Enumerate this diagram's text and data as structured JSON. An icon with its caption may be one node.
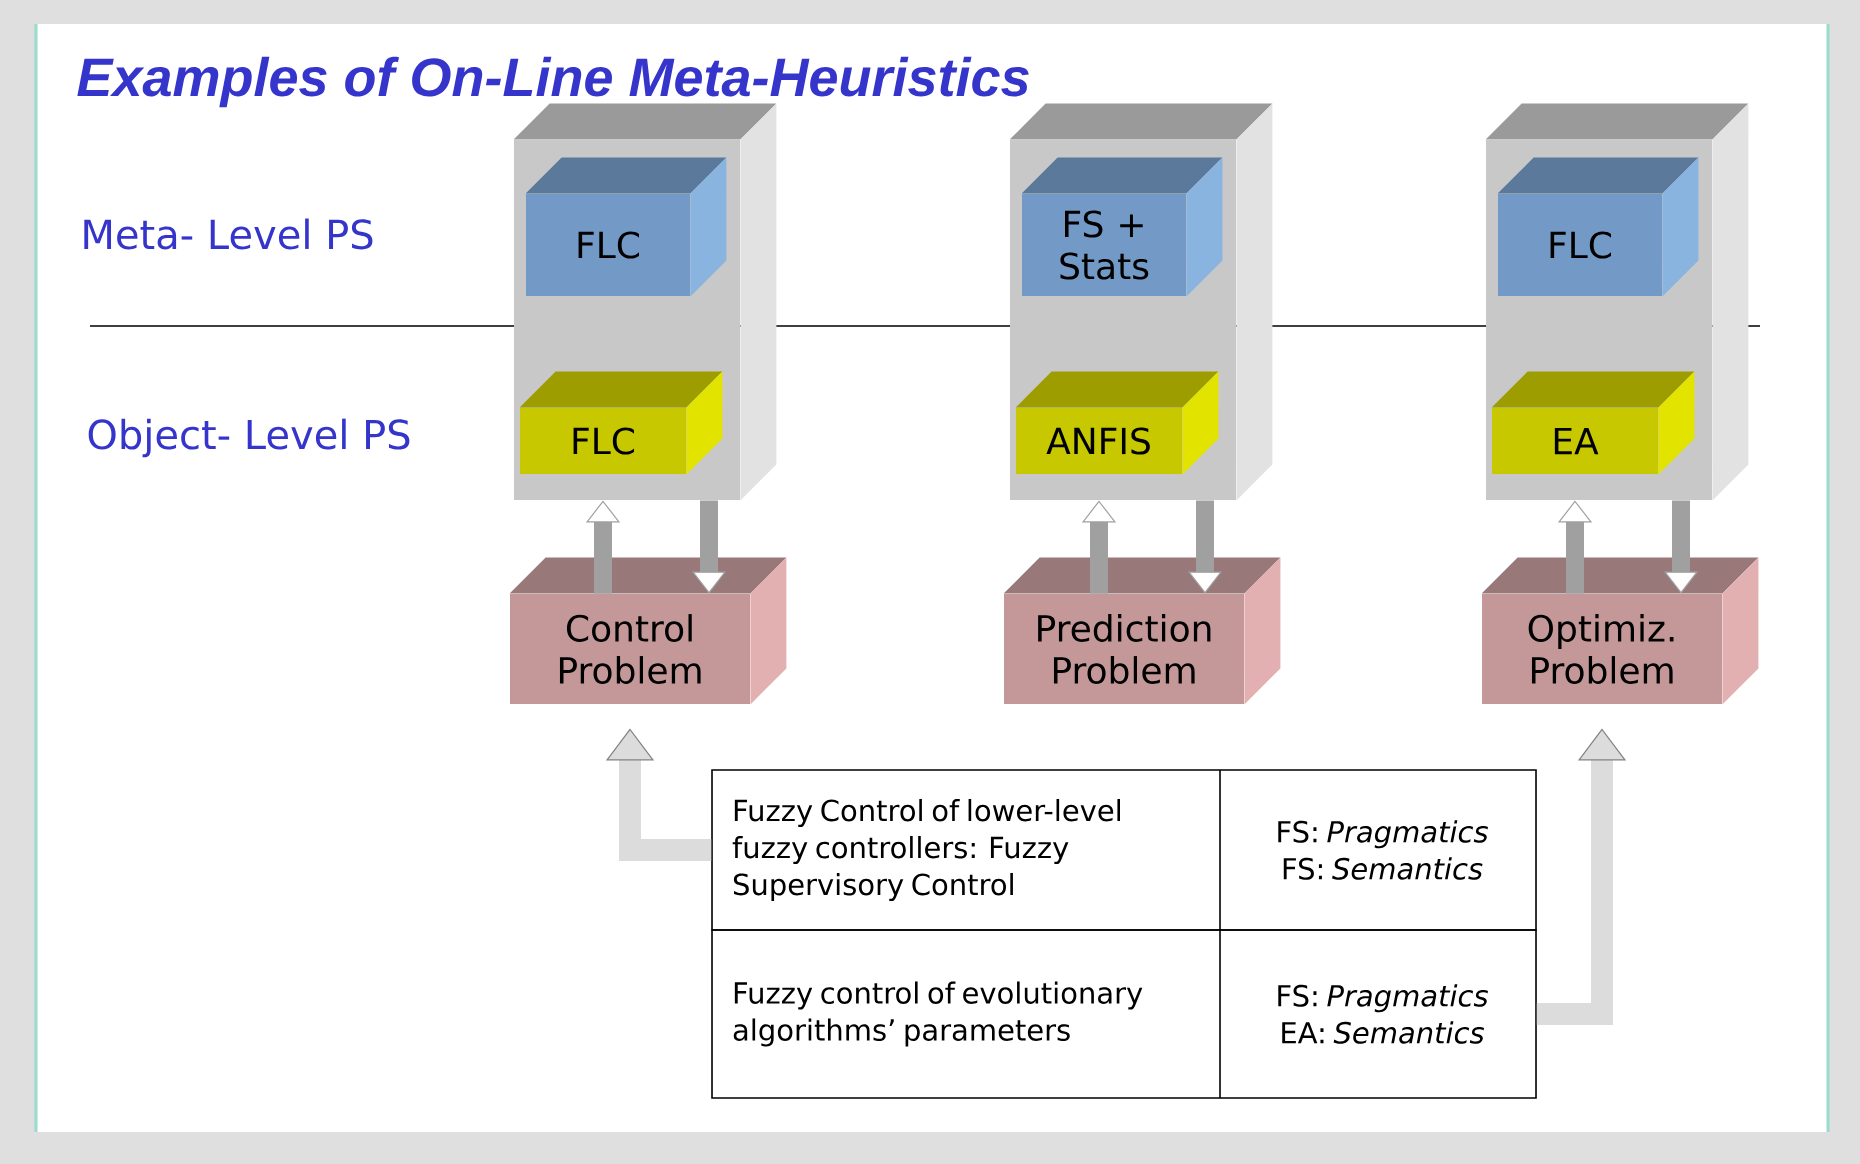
{
  "diagram": {
    "title": "Examples of On-Line Meta-Heuristics",
    "nodes": [
      {
        "text": [],
        "shape": "box"
      },
      {
        "text": [
          "FLC"
        ],
        "in": 0
      },
      {
        "text": [
          "FLC"
        ],
        "in": 0
      },
      {
        "text": [
          "Control Problem"
        ]
      },
      {
        "text": [],
        "shape": "box"
      },
      {
        "text": [
          "FS + Stats"
        ],
        "in": 4
      },
      {
        "text": [
          "ANFIS"
        ],
        "in": 4
      },
      {
        "text": [
          "Prediction Problem"
        ]
      },
      {
        "text": [],
        "shape": "box"
      },
      {
        "text": [
          "FLC"
        ],
        "in": 8
      },
      {
        "text": [
          "EA"
        ],
        "in": 8
      },
      {
        "text": [
          "Optimiz. Problem"
        ]
      },
      {
        "text": [
          "Fuzzy Control of lower-level fuzzy controllers: Fuzzy Supervisory Control",
          "FS: *Pragmatics*",
          "FS: *Semantics*"
        ]
      },
      {
        "text": [
          "Fuzzy control of evolutionary algorithms’ parameters",
          "FS: *Pragmatics*",
          "EA: *Semantics*"
        ]
      }
    ],
    "edges": [
      {
        "from": 3,
        "to": 0,
        "arrow": "to"
      },
      {
        "from": 0,
        "to": 3,
        "arrow": "to"
      },
      {
        "from": 7,
        "to": 4,
        "arrow": "to"
      },
      {
        "from": 4,
        "to": 7,
        "arrow": "to"
      },
      {
        "from": 11,
        "to": 8,
        "arrow": "to"
      },
      {
        "from": 8,
        "to": 11,
        "arrow": "to"
      },
      {
        "from": 12,
        "to": 3,
        "arrow": "to"
      },
      {
        "from": 13,
        "to": 11,
        "arrow": "to"
      }
    ],
    "labels": [
      "Meta- Level PS",
      "Object- Level PS"
    ]
  }
}
